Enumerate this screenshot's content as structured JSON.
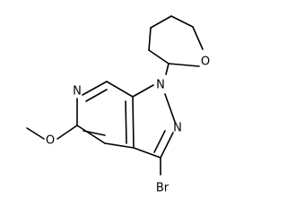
{
  "molecule": {
    "atom_labels": {
      "ring_oxygen": "O",
      "pyrazole_n1": "N",
      "pyrazole_n2": "N",
      "pyridine_n": "N",
      "methoxy_oxygen": "O",
      "bromine": "Br"
    },
    "colors": {
      "bond": "#000000",
      "label": "#000000",
      "background": "#ffffff"
    }
  }
}
